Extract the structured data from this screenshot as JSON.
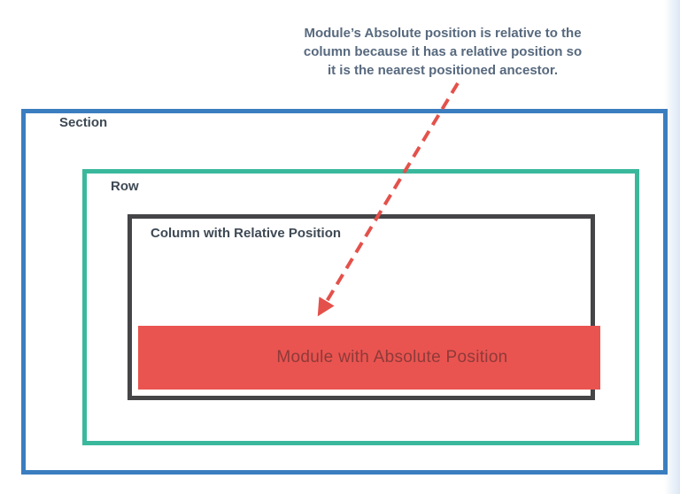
{
  "annotation": {
    "lines": [
      "Module’s Absolute position is relative to the",
      "column because it has a relative position so",
      "it is the nearest positioned ancestor."
    ]
  },
  "diagram": {
    "section_label": "Section",
    "row_label": "Row",
    "column_label": "Column with Relative Position",
    "module_label": "Module with Absolute Position"
  },
  "colors": {
    "section_border": "#3b7ec0",
    "row_border": "#3ab89c",
    "column_border": "#454548",
    "module_bg": "#ea5450",
    "module_text": "#8e3a39",
    "label_text": "#3e4954",
    "annotation_text": "#57697e",
    "arrow": "#e4514b",
    "page_edge": "#dce7f4"
  }
}
